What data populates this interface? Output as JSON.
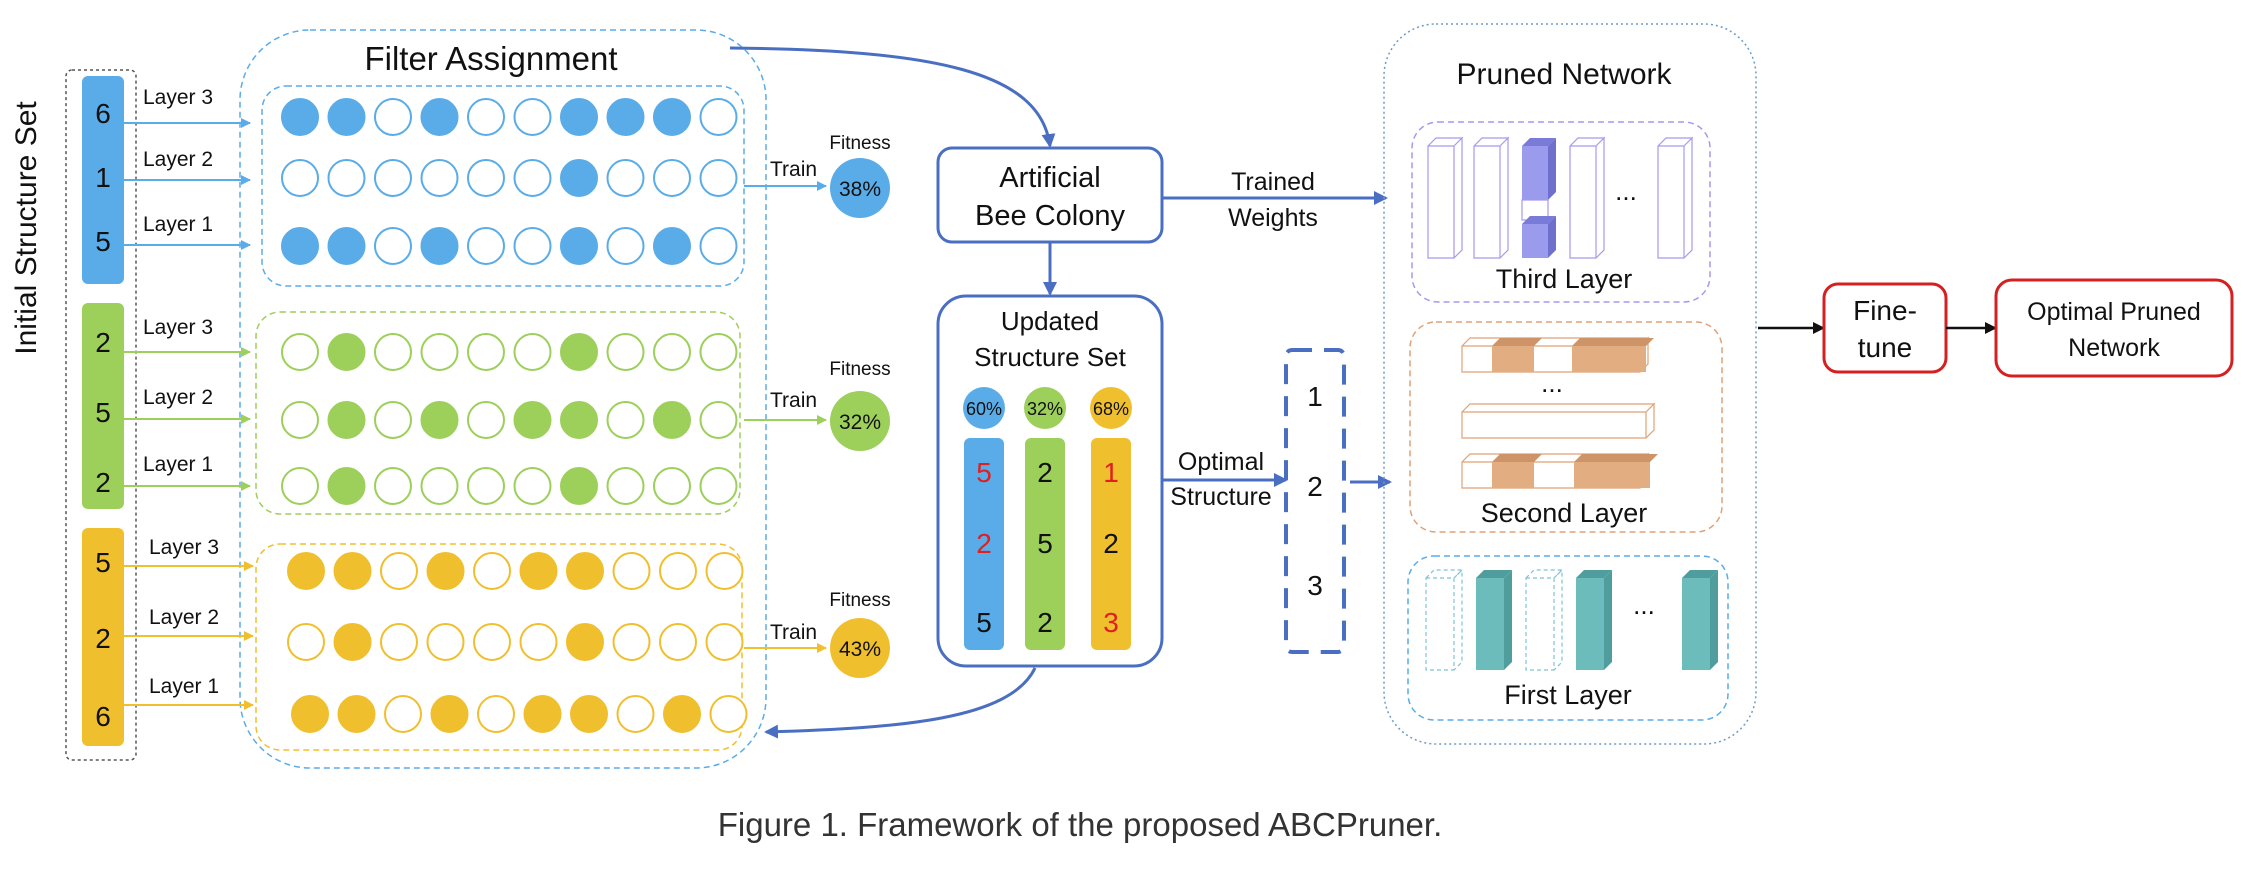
{
  "initial_set": {
    "label": "Initial  Structure Set",
    "values": [
      "6",
      "1",
      "5",
      "2",
      "5",
      "2",
      "5",
      "2",
      "6"
    ]
  },
  "filter_assignment": {
    "title": "Filter Assignment",
    "layer_labels": [
      "Layer 3",
      "Layer 2",
      "Layer 1",
      "Layer 3",
      "Layer 2",
      "Layer 1",
      "Layer 3",
      "Layer 2",
      "Layer 1"
    ],
    "rows": [
      [
        1,
        1,
        0,
        1,
        0,
        0,
        1,
        1,
        1,
        0
      ],
      [
        0,
        0,
        0,
        0,
        0,
        0,
        1,
        0,
        0,
        0
      ],
      [
        1,
        1,
        0,
        1,
        0,
        0,
        1,
        0,
        1,
        0
      ],
      [
        0,
        1,
        0,
        0,
        0,
        0,
        1,
        0,
        0,
        0
      ],
      [
        0,
        1,
        0,
        1,
        0,
        1,
        1,
        0,
        1,
        0
      ],
      [
        0,
        1,
        0,
        0,
        0,
        0,
        1,
        0,
        0,
        0
      ],
      [
        1,
        1,
        0,
        1,
        0,
        1,
        1,
        0,
        0,
        0
      ],
      [
        0,
        1,
        0,
        0,
        0,
        0,
        1,
        0,
        0,
        0
      ],
      [
        1,
        1,
        0,
        1,
        0,
        1,
        1,
        0,
        1,
        0
      ]
    ]
  },
  "fitness": {
    "label": "Fitness",
    "train_label": "Train",
    "values": [
      "38%",
      "32%",
      "43%"
    ]
  },
  "abc": {
    "line1": "Artificial",
    "line2": "Bee Colony"
  },
  "trained_weights": {
    "line1": "Trained",
    "line2": "Weights"
  },
  "updated_set": {
    "title_line1": "Updated",
    "title_line2": "Structure Set",
    "columns": [
      {
        "pct": "60%",
        "values": [
          "5",
          "2",
          "5"
        ],
        "changed": [
          true,
          true,
          false
        ]
      },
      {
        "pct": "32%",
        "values": [
          "2",
          "5",
          "2"
        ],
        "changed": [
          false,
          false,
          false
        ]
      },
      {
        "pct": "68%",
        "values": [
          "1",
          "2",
          "3"
        ],
        "changed": [
          true,
          false,
          true
        ]
      }
    ]
  },
  "optimal_structure": {
    "line1": "Optimal",
    "line2": "Structure",
    "values": [
      "1",
      "2",
      "3"
    ]
  },
  "pruned_network": {
    "title": "Pruned Network",
    "layers": [
      "Third Layer",
      "Second Layer",
      "First Layer"
    ],
    "ellipsis": "..."
  },
  "finetune": {
    "line1": "Fine-",
    "line2": "tune"
  },
  "optimal_pruned": {
    "line1": "Optimal Pruned",
    "line2": "Network"
  },
  "caption": "Figure 1. Framework of the proposed ABCPruner.",
  "colors": {
    "blue": "#5aace8",
    "green": "#9dcf5b",
    "yellow": "#f0bf2e",
    "dark_blue": "#4a6fc2",
    "red": "#e02020",
    "purple": "#9b9bee",
    "orange": "#e3ad82",
    "teal": "#6cbcbc"
  }
}
